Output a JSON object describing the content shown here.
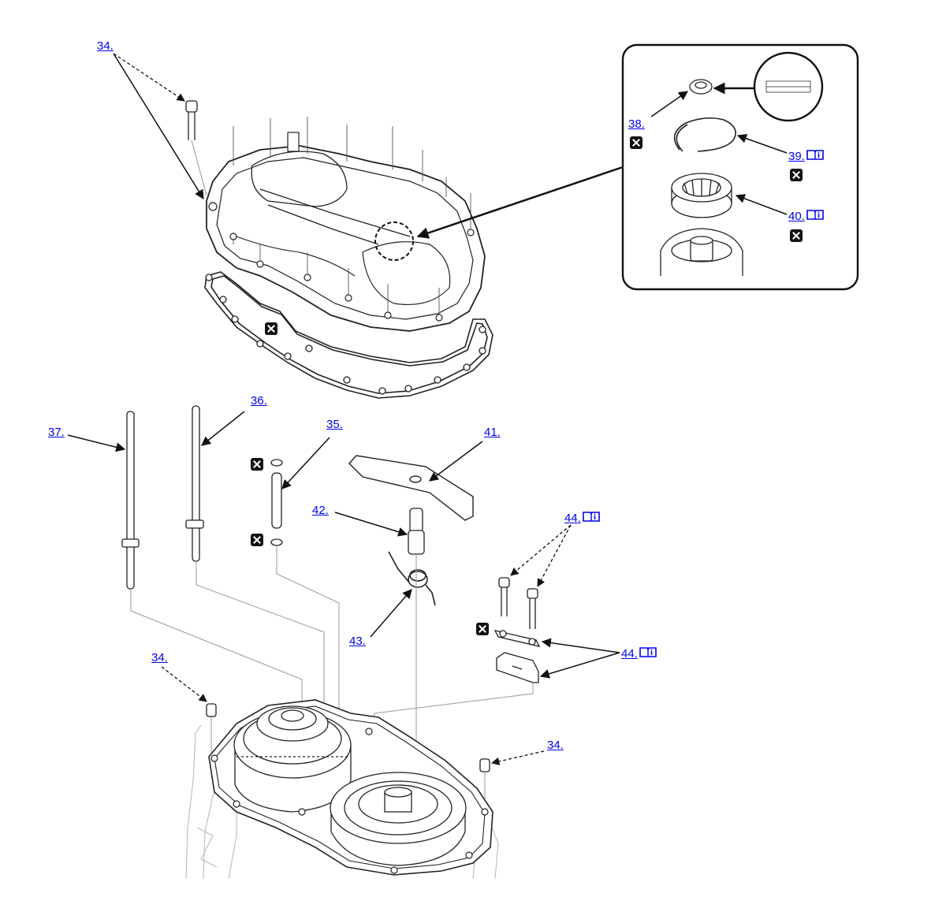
{
  "callouts": {
    "c34_top": "34.",
    "c38": "38.",
    "c39": "39.",
    "c40": "40.",
    "c36": "36.",
    "c37": "37.",
    "c35": "35.",
    "c41": "41.",
    "c42": "42.",
    "c43": "43.",
    "c44_top": "44.",
    "c44_mid": "44.",
    "c34_left": "34.",
    "c34_right": "34."
  },
  "icons": {
    "replace_marker": "x-box-icon",
    "manual_link": "book-info-icon"
  },
  "colors": {
    "link": "#0000ee",
    "line": "#222222",
    "light_line": "#9a9a9a"
  }
}
